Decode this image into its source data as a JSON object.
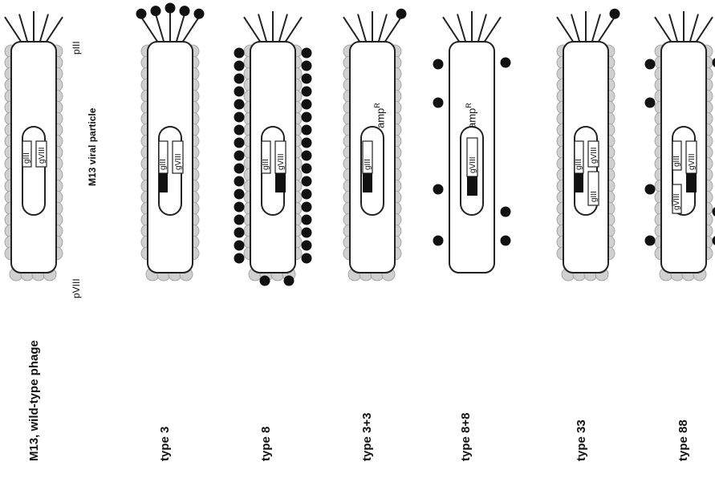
{
  "labels": {
    "title": "M13 viral particle",
    "pIII": "pIII",
    "pVIII": "pVIII",
    "ampR_base": "amp",
    "ampR_sup": "R",
    "gene_III": "gIII",
    "gene_VIII": "gVIII"
  },
  "colors": {
    "coat": "#d0d0d0",
    "fusion": "#111111",
    "outline": "#222222",
    "background": "#ffffff"
  },
  "phages": [
    {
      "id": "wt",
      "label": "M13, wild-type phage",
      "display": "none",
      "coat": "both",
      "ampR": false,
      "genes": [
        "gIII",
        "gVIII"
      ]
    },
    {
      "id": "t3",
      "label": "type 3",
      "display": "all-pIII",
      "coat": "both",
      "ampR": false,
      "genes": [
        "gIII-fusion",
        "gVIII"
      ]
    },
    {
      "id": "t8",
      "label": "type 8",
      "display": "all-pVIII",
      "coat": "both",
      "ampR": false,
      "genes": [
        "gIII",
        "gVIII-fusion"
      ]
    },
    {
      "id": "t33",
      "label": "type 3+3",
      "display": "one-pIII",
      "coat": "both",
      "ampR": true,
      "genes": [
        "gIII-fusion"
      ]
    },
    {
      "id": "t88",
      "label": "type 8+8",
      "display": "some-pVIII",
      "coat": "none",
      "ampR": true,
      "genes": [
        "gVIII-fusion"
      ]
    },
    {
      "id": "t3x3",
      "label": "type 33",
      "display": "one-pIII",
      "coat": "both",
      "ampR": false,
      "genes": [
        "gIII-fusion",
        "gVIII",
        "gIII"
      ]
    },
    {
      "id": "t8x8",
      "label": "type 88",
      "display": "some-pVIII-hybrid",
      "coat": "both",
      "ampR": false,
      "genes": [
        "gIII",
        "gVIII-fusion",
        "gVIII"
      ]
    }
  ]
}
